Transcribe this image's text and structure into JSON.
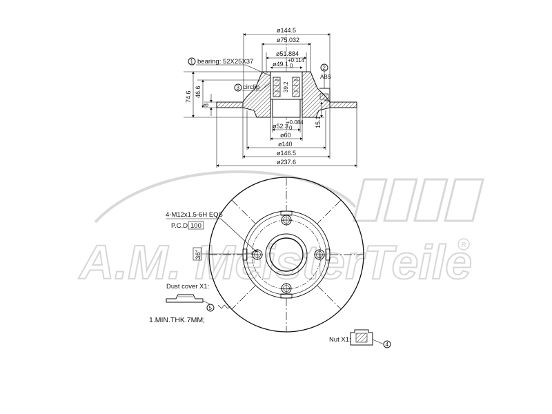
{
  "watermark": {
    "brand": "A.M. MeisterTeile",
    "registered": "R"
  },
  "section": {
    "dims": {
      "d_144_5": "ø144.5",
      "d_75_032": "ø75.032",
      "d_51_884": "ø51.884",
      "d_49_1": "ø49.1",
      "d_49_1_tol_upper": "+0.114",
      "d_49_1_tol_lower": "0",
      "d_52_3": "ø52.3",
      "d_52_3_tol_upper": "+0.084",
      "d_52_3_tol_lower": "0",
      "d_60": "ø60",
      "d_140": "ø140",
      "d_146_5": "ø146.5",
      "d_237_6": "ø237.6",
      "h_74_6": "74.6",
      "h_46_6": "46.6",
      "h_8": "8",
      "h_39_2": "39.2",
      "h_15_1": "15.1"
    },
    "callouts": {
      "c1_num": "1",
      "c1_text": "bearing: 52X25X37",
      "c2_num": "2",
      "c2_text": "ABS",
      "c3_num": "3",
      "c3_text": "circlip"
    }
  },
  "front_view": {
    "thread_spec": "4-M12x1.5-6H EQS",
    "pcd_label": "P.C.D",
    "pcd_value": "100",
    "angle": "36°"
  },
  "dust_cover": {
    "label": "Dust cover X1:",
    "num": "5"
  },
  "min_thickness": "1.MIN.THK.7MM;",
  "nut": {
    "label": "Nut X1:",
    "num": "4"
  }
}
